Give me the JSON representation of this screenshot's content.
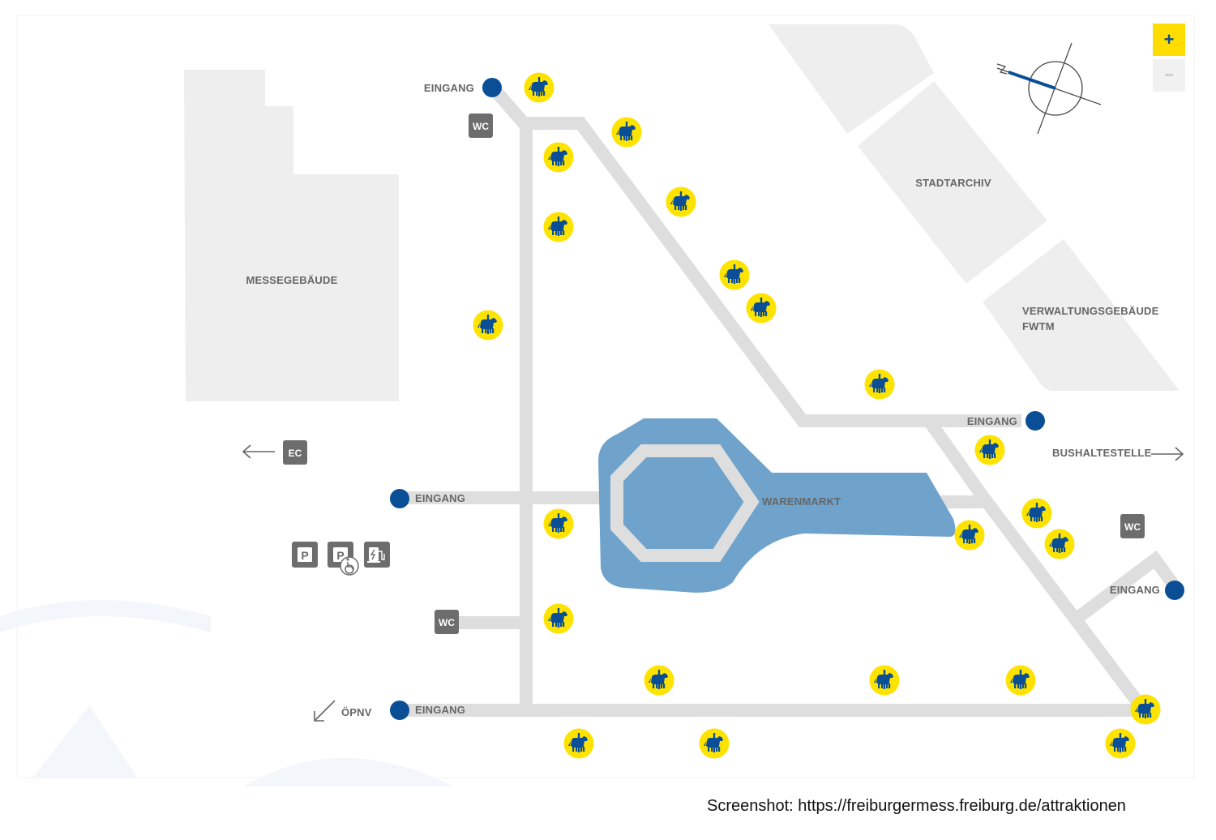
{
  "colors": {
    "building": "#eeeeee",
    "path": "#dedede",
    "pond": "#6fa3cc",
    "entrance": "#0a4f96",
    "ride_bg": "#ffe300",
    "ride_icon": "#0a4f96",
    "service_box": "#6d6d6d",
    "zoom_in_bg": "#ffdd00",
    "zoom_out_bg": "#f1f1f1",
    "label": "#666666"
  },
  "labels": {
    "messegebaeude": "MESSEGEBÄUDE",
    "stadtarchiv": "STADTARCHIV",
    "verwaltung_line1": "VERWALTUNGSGEBÄUDE",
    "verwaltung_line2": "FWTM",
    "warenmarkt": "WARENMARKT",
    "bushaltestelle": "BUSHALTESTELLE",
    "oepnv": "ÖPNV",
    "entrance_top": "EINGANG",
    "entrance_right": "EINGANG",
    "entrance_left": "EINGANG",
    "entrance_bottom": "EINGANG",
    "entrance_far_right": "EINGANG"
  },
  "services": {
    "wc": "WC",
    "ec": "EC",
    "parking": "P",
    "parking_disabled": "P",
    "ev_charging_icon": "ev-charging-icon",
    "wheelchair_icon": "wheelchair-icon"
  },
  "icons": {
    "ride": "carousel-horse-icon",
    "compass": "compass-icon",
    "arrow_left": "arrow-left-icon",
    "arrow_right": "arrow-right-icon",
    "arrow_down_left": "arrow-down-left-icon"
  },
  "controls": {
    "zoom_in": "+",
    "zoom_out": "−"
  },
  "credit": "Screenshot: https://freiburgermess.freiburg.de/attraktionen"
}
